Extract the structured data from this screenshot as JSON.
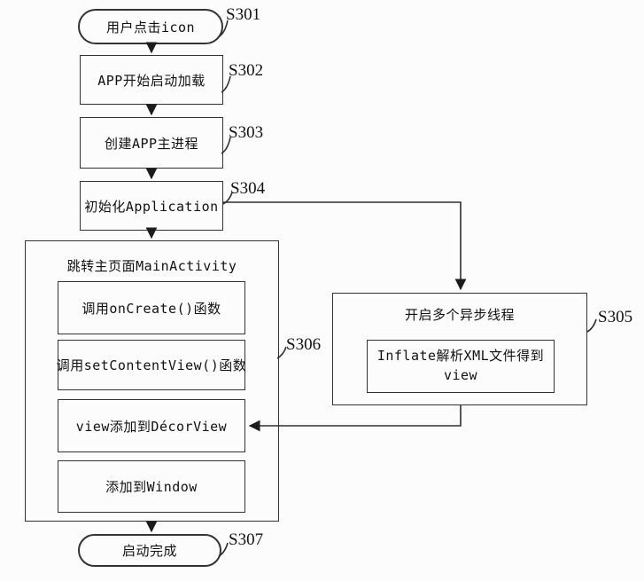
{
  "figure": {
    "background": "#fcfcfc",
    "line_color": "#2e2e2e",
    "text_color": "#111111",
    "nodes": {
      "start": {
        "label": "用户点击icon",
        "step": "S301"
      },
      "load": {
        "label": "APP开始启动加载",
        "step": "S302"
      },
      "create_process": {
        "label": "创建APP主进程",
        "step": "S303"
      },
      "init_application": {
        "label": "初始化Application",
        "step": "S304"
      },
      "async_group": {
        "title": "开启多个异步线程",
        "step": "S305",
        "children": [
          {
            "label": "Inflate解析XML文件得到view"
          }
        ]
      },
      "main_activity_group": {
        "title": "跳转主页面MainActivity",
        "step": "S306",
        "children": [
          {
            "label": "调用onCreate()函数"
          },
          {
            "label": "调用setContentView()函数"
          },
          {
            "label": "view添加到DécorView"
          },
          {
            "label": "添加到Window"
          }
        ]
      },
      "end": {
        "label": "启动完成",
        "step": "S307"
      }
    }
  }
}
